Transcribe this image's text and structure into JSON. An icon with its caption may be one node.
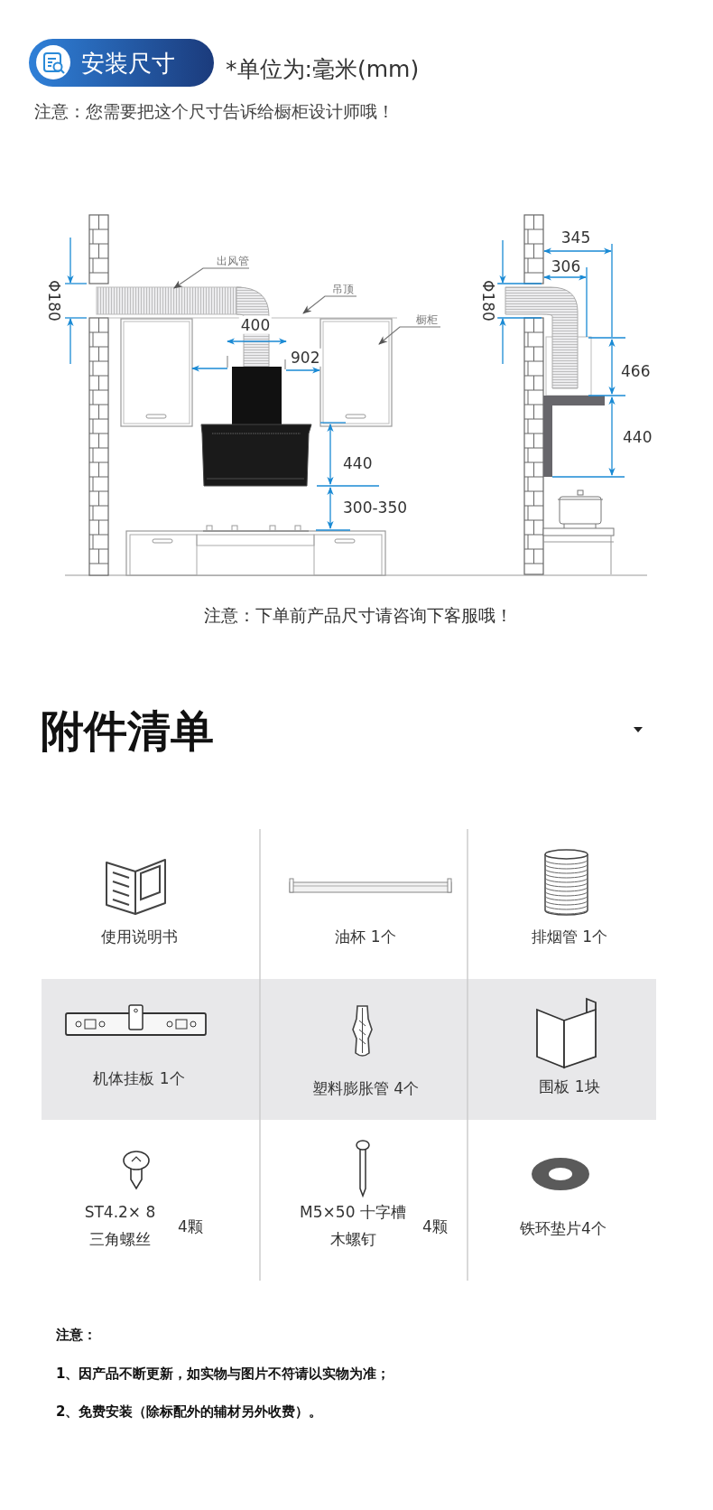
{
  "diagram": {
    "nodes": [
      {
        "text": [
          "安装尺寸"
        ]
      },
      {
        "text": [
          "出风管"
        ]
      },
      {
        "text": [
          "吊顶"
        ]
      },
      {
        "text": [
          "橱柜"
        ]
      }
    ],
    "edges": [
      {
        "from": 1,
        "to": null,
        "arrow": "to"
      },
      {
        "from": 2,
        "to": null,
        "arrow": "to"
      },
      {
        "from": 3,
        "to": null,
        "arrow": "to"
      }
    ],
    "labels": [
      "*单位为:毫米(mm)",
      "注意：您需要把这个尺寸告诉给橱柜设计师哦！",
      "Φ180",
      "400",
      "902",
      "440",
      "300-350",
      "345",
      "306",
      "Φ180",
      "466",
      "440",
      "注意：下单前产品尺寸请咨询下客服哦！",
      "附件清单",
      "使用说明书",
      "油杯 1个",
      "排烟管 1个",
      "机体挂板 1个",
      "塑料膨胀管 4个",
      "围板 1块",
      "ST4.2× 8",
      "三角螺丝",
      "4颗",
      "M5×50 十字槽",
      "木螺钉",
      "4颗",
      "铁环垫片4个",
      "注意：",
      "1、因产品不断更新，如实物与图片不符请以实物为准；",
      "2、免费安装（除标配外的辅材另外收费）。"
    ]
  }
}
